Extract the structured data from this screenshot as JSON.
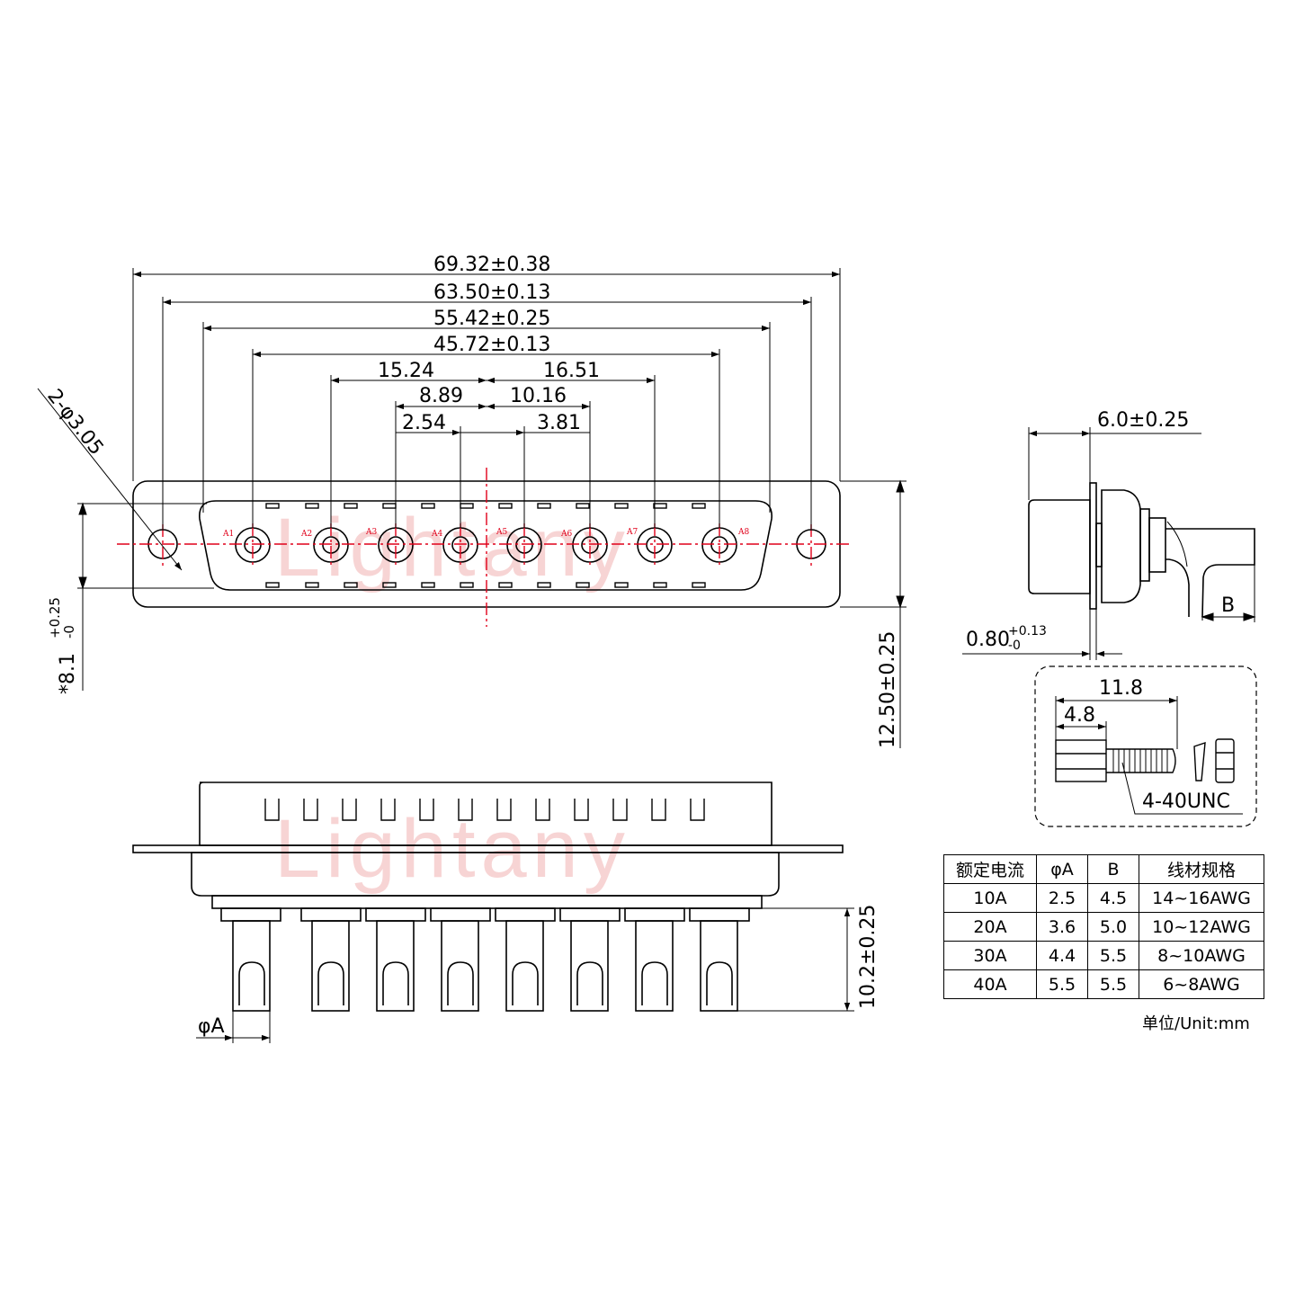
{
  "watermark": "Lightany",
  "front_view": {
    "dimensions": {
      "overall_width": "69.32±0.38",
      "mount_hole_pitch": "63.50±0.13",
      "shell_width": "55.42±0.25",
      "outer_contact_span": "45.72±0.13",
      "left_inner_span": "15.24",
      "right_inner_span": "16.51",
      "left_mid_span": "8.89",
      "right_mid_span": "10.16",
      "left_offset": "2.54",
      "right_offset": "3.81",
      "mount_holes": "2-φ3.05",
      "shell_height": "*8.1",
      "shell_height_tol_plus": "+0.25",
      "shell_height_tol_minus": "-0",
      "flange_height": "12.50±0.25"
    },
    "contact_labels": [
      "A1",
      "A2",
      "A3",
      "A4",
      "A5",
      "A6",
      "A7",
      "A8"
    ]
  },
  "side_view": {
    "flange_depth": "6.0±0.25",
    "flange_thickness": "0.80",
    "flange_thickness_tol_plus": "+0.13",
    "flange_thickness_tol_minus": "-0",
    "wire_label": "B"
  },
  "screw_detail": {
    "total_length": "11.8",
    "hex_length": "4.8",
    "thread": "4-40UNC"
  },
  "bottom_view": {
    "pin_length": "10.2±0.25",
    "pin_diameter_label": "φA"
  },
  "spec_table": {
    "headers": [
      "额定电流",
      "φA",
      "B",
      "线材规格"
    ],
    "rows": [
      [
        "10A",
        "2.5",
        "4.5",
        "14~16AWG"
      ],
      [
        "20A",
        "3.6",
        "5.0",
        "10~12AWG"
      ],
      [
        "30A",
        "4.4",
        "5.5",
        "8~10AWG"
      ],
      [
        "40A",
        "5.5",
        "5.5",
        "6~8AWG"
      ]
    ],
    "unit_note": "单位/Unit:mm"
  }
}
